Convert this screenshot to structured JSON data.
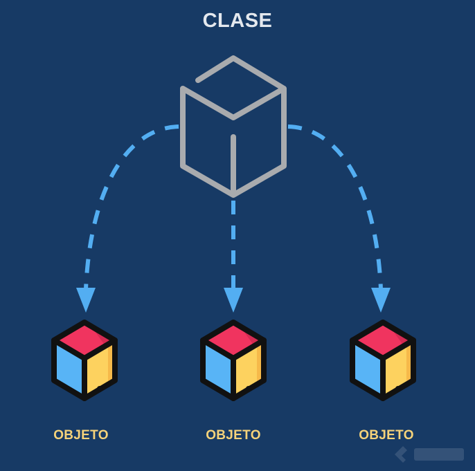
{
  "title": "CLASE",
  "objects": [
    {
      "label": "OBJETO"
    },
    {
      "label": "OBJETO"
    },
    {
      "label": "OBJETO"
    }
  ],
  "colors": {
    "background": "#173a65",
    "class_stroke": "#a9abae",
    "arrow": "#53aef2",
    "object_top": "#f0345f",
    "object_left": "#58b4f6",
    "object_right": "#fdd25f",
    "object_outline": "#111111",
    "label": "#f6d37a"
  },
  "icons": {
    "class": "cube-outline-icon",
    "object": "cube-filled-icon",
    "watermark": "logo-watermark"
  }
}
